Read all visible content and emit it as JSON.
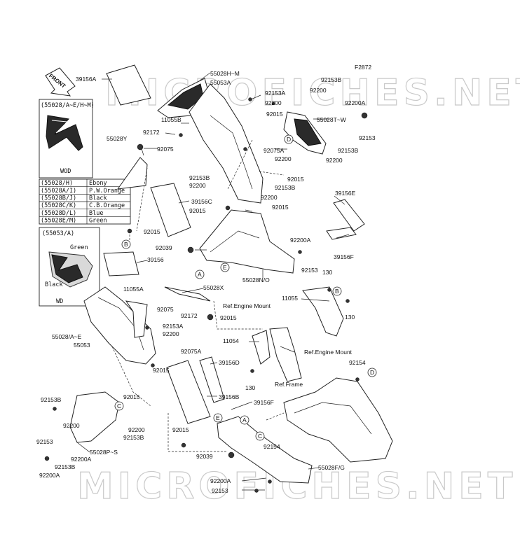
{
  "figure_code": "F2872",
  "watermark_text": "MICROFICHES.NET",
  "front_label": "FRONT",
  "callout_letters": [
    "A",
    "B",
    "C",
    "D",
    "E"
  ],
  "legend_55028": {
    "title": "(55028/A~E/H~M)",
    "sublabel": "WOD",
    "rows": [
      {
        "code": "(55028/H)",
        "color": "Ebony"
      },
      {
        "code": "(55028A/I)",
        "color": "P.W.Orange"
      },
      {
        "code": "(55028B/J)",
        "color": "Black"
      },
      {
        "code": "(55028C/K)",
        "color": "C.B.Orange"
      },
      {
        "code": "(55028D/L)",
        "color": "Blue"
      },
      {
        "code": "(55028E/M)",
        "color": "Green"
      }
    ]
  },
  "legend_55053": {
    "title": "(55053/A)",
    "sublabel": "WD",
    "green": "Green",
    "black": "Black"
  },
  "refs": {
    "engine_mount_1": "Ref.Engine Mount",
    "engine_mount_2": "Ref.Engine Mount",
    "frame": "Ref.Frame"
  },
  "labels": {
    "l39156A": "39156A",
    "l55028HM": "55028H~M",
    "l55053A": "55053A",
    "l92153A_1": "92153A",
    "l92200_1": "92200",
    "l92153B_1": "92153B",
    "l92200_2": "92200",
    "l92200A_1": "92200A",
    "l11055B": "11055B",
    "l92015_1": "92015",
    "l55028TW": "55028T~W",
    "l92172_1": "92172",
    "l92153_1": "92153",
    "l55028Y": "55028Y",
    "l92075_1": "92075",
    "l92075A_1": "92075A",
    "l92153B_2": "92153B",
    "l92200_3": "92200",
    "l92153B_3": "92153B",
    "l92200_4": "92200",
    "l92153B_4": "92153B",
    "l92015_2": "92015",
    "l39156C": "39156C",
    "l92200_5": "92200",
    "l92015_3": "92015",
    "l92015_4": "92015",
    "l39156E": "39156E",
    "l92015_5": "92015",
    "l92200A_2": "92200A",
    "l39156F_1": "39156F",
    "l92039_1": "92039",
    "l39156": "39156",
    "l92153_2": "92153",
    "l55028NO": "55028N/O",
    "l130_1": "130",
    "l11055A": "11055A",
    "l55028X": "55028X",
    "l11055": "11055",
    "l92075_2": "92075",
    "l92172_2": "92172",
    "l92015_6": "92015",
    "l130_2": "130",
    "l92153A_2": "92153A",
    "l55028AE": "55028/A~E",
    "l92200_6": "92200",
    "l55053": "55053",
    "l11054": "11054",
    "l92075A_2": "92075A",
    "l92015_7": "92015",
    "l39156D": "39156D",
    "l92154_1": "92154",
    "l130_3": "130",
    "l92015_8": "92015",
    "l39156B": "39156B",
    "l39156F_2": "39156F",
    "l92153B_5": "92153B",
    "l92200_7": "92200",
    "l92200_8": "92200",
    "l92015_9": "92015",
    "l92153B_6": "92153B",
    "l92154_2": "92154",
    "l92153_3": "92153",
    "l55028PS": "55028P~S",
    "l92200_9": "92200",
    "l92039_2": "92039",
    "l92153B_7": "92153B",
    "l55028FG": "55028F/G",
    "l92200A_3": "92200A",
    "l92200A_4": "92200A",
    "l92153_4": "92153"
  },
  "colors": {
    "line": "#222222",
    "dark_part": "#2a2a2a",
    "watermark": "#c9c9c9"
  }
}
